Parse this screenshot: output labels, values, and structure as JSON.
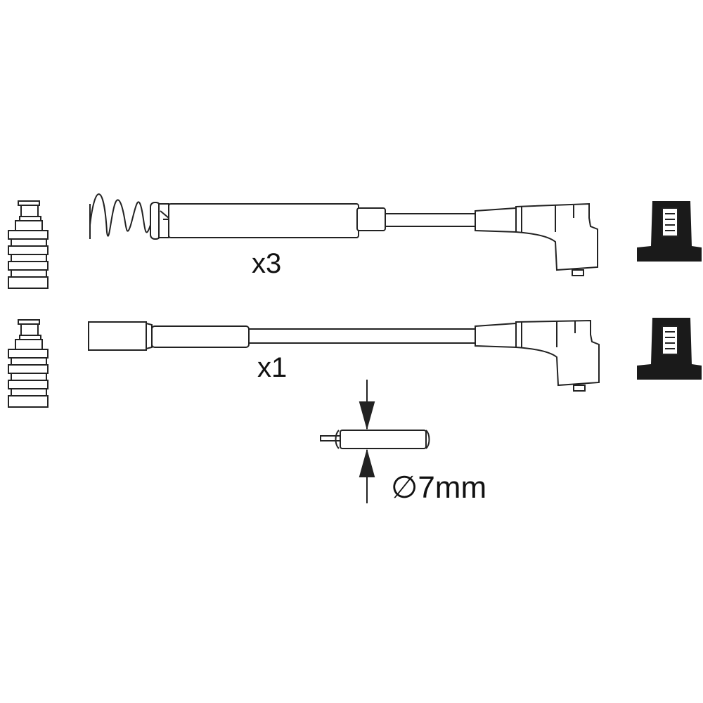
{
  "labels": {
    "quantity_top": "x3",
    "quantity_bottom": "x1",
    "diameter": "∅7mm"
  },
  "colors": {
    "stroke": "#222222",
    "fill_dark": "#1a1a1a",
    "background": "#ffffff"
  }
}
